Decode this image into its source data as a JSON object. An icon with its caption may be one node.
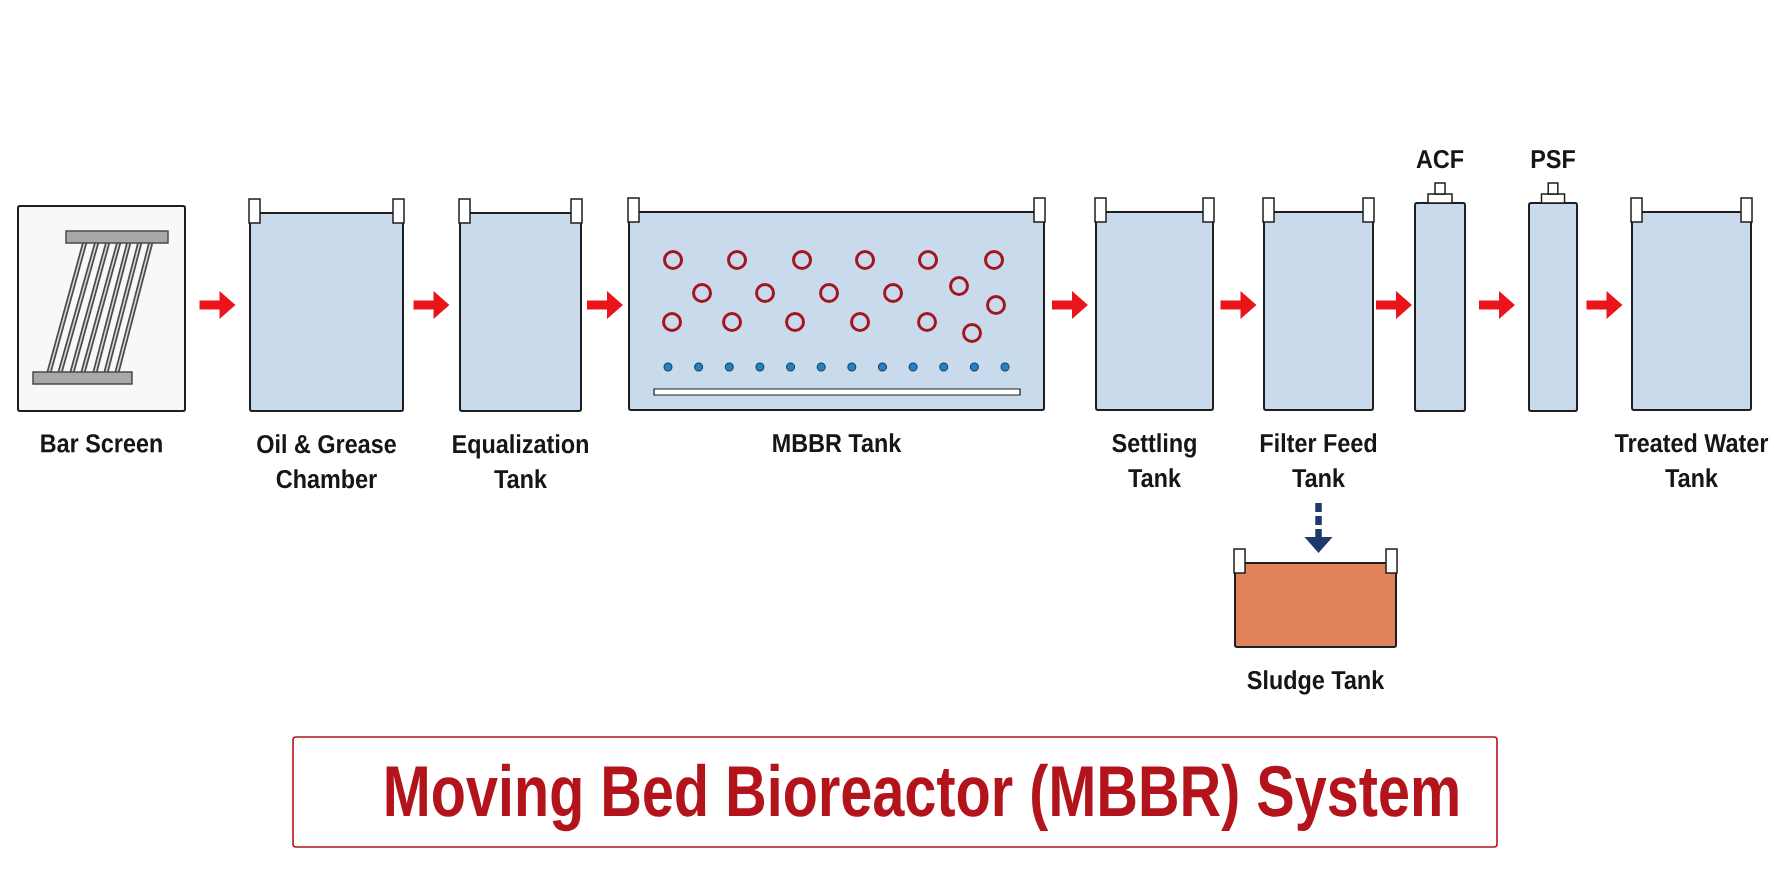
{
  "diagram": {
    "title": "Moving Bed Bioreactor (MBBR) System",
    "nodes": [
      {
        "text": [
          "Bar Screen"
        ]
      },
      {
        "text": [
          "Oil & Grease Chamber"
        ]
      },
      {
        "text": [
          "Equalization Tank"
        ]
      },
      {
        "text": [
          "MBBR Tank"
        ]
      },
      {
        "text": [
          "Settling Tank"
        ]
      },
      {
        "text": [
          "Filter Feed Tank"
        ]
      },
      {
        "text": [
          "ACF"
        ]
      },
      {
        "text": [
          "PSF"
        ]
      },
      {
        "text": [
          "Treated Water Tank"
        ]
      },
      {
        "text": [
          "Sludge Tank"
        ]
      }
    ],
    "edges": [
      {
        "from": 0,
        "to": 1,
        "arrow": "to"
      },
      {
        "from": 1,
        "to": 2,
        "arrow": "to"
      },
      {
        "from": 2,
        "to": 3,
        "arrow": "to"
      },
      {
        "from": 3,
        "to": 4,
        "arrow": "to"
      },
      {
        "from": 4,
        "to": 5,
        "arrow": "to"
      },
      {
        "from": 5,
        "to": 6,
        "arrow": "to"
      },
      {
        "from": 6,
        "to": 7,
        "arrow": "to"
      },
      {
        "from": 7,
        "to": 8,
        "arrow": "to"
      },
      {
        "from": 5,
        "to": 9,
        "arrow": "to",
        "style": "dashed",
        "color": "#1b3a6b"
      }
    ]
  }
}
